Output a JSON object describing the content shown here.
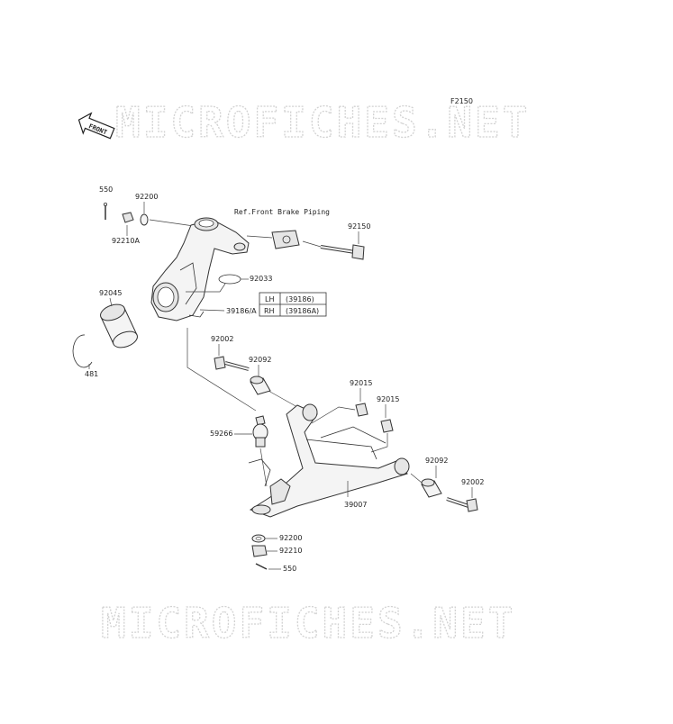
{
  "diagram_code": "F2150",
  "watermark_text": "MICROFICHES.NET",
  "front_badge": "FRONT",
  "reference_note": "Ref.Front Brake Piping",
  "side_table": {
    "rows": [
      {
        "side": "LH",
        "part": "(39186)"
      },
      {
        "side": "RH",
        "part": "(39186A)"
      }
    ]
  },
  "part_labels": [
    {
      "id": "550-top",
      "text": "550"
    },
    {
      "id": "92200-top",
      "text": "92200"
    },
    {
      "id": "92210A",
      "text": "92210A"
    },
    {
      "id": "92150",
      "text": "92150"
    },
    {
      "id": "92033",
      "text": "92033"
    },
    {
      "id": "92045",
      "text": "92045"
    },
    {
      "id": "39186A",
      "text": "39186/A"
    },
    {
      "id": "481",
      "text": "481"
    },
    {
      "id": "92002-top",
      "text": "92002"
    },
    {
      "id": "92092-top",
      "text": "92092"
    },
    {
      "id": "92015-a",
      "text": "92015"
    },
    {
      "id": "92015-b",
      "text": "92015"
    },
    {
      "id": "59266",
      "text": "59266"
    },
    {
      "id": "92092-bottom",
      "text": "92092"
    },
    {
      "id": "92002-bottom",
      "text": "92002"
    },
    {
      "id": "39007",
      "text": "39007"
    },
    {
      "id": "92200-bottom",
      "text": "92200"
    },
    {
      "id": "92210",
      "text": "92210"
    },
    {
      "id": "550-bottom",
      "text": "550"
    }
  ]
}
